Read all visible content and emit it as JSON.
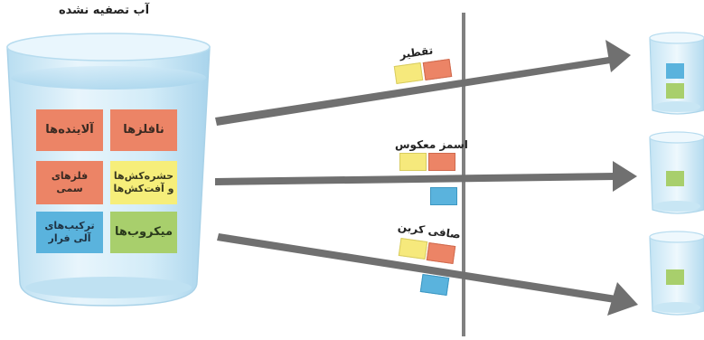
{
  "source": {
    "title": "آب تصفیه نشده",
    "contaminants": [
      {
        "label": "نافلزها",
        "color": "orange"
      },
      {
        "label": "آلاینده‌ها",
        "color": "orange"
      },
      {
        "label": "حشره‌کش‌ها و آفت‌کش‌ها",
        "color": "yellow"
      },
      {
        "label": "فلزهای سمی",
        "color": "orange"
      },
      {
        "label": "میکروب‌ها",
        "color": "green"
      },
      {
        "label": "ترکیب‌های آلی فرار",
        "color": "blue"
      }
    ]
  },
  "methods": [
    {
      "label": "تقطیر"
    },
    {
      "label": "اسمز معکوس"
    },
    {
      "label": "صافی کربن"
    }
  ],
  "colors": {
    "orange": "#ec8466",
    "yellow": "#f6ee7a",
    "blue": "#5ab3dd",
    "green": "#a8cf6c",
    "arrow": "#707070",
    "barrier": "#808080"
  }
}
